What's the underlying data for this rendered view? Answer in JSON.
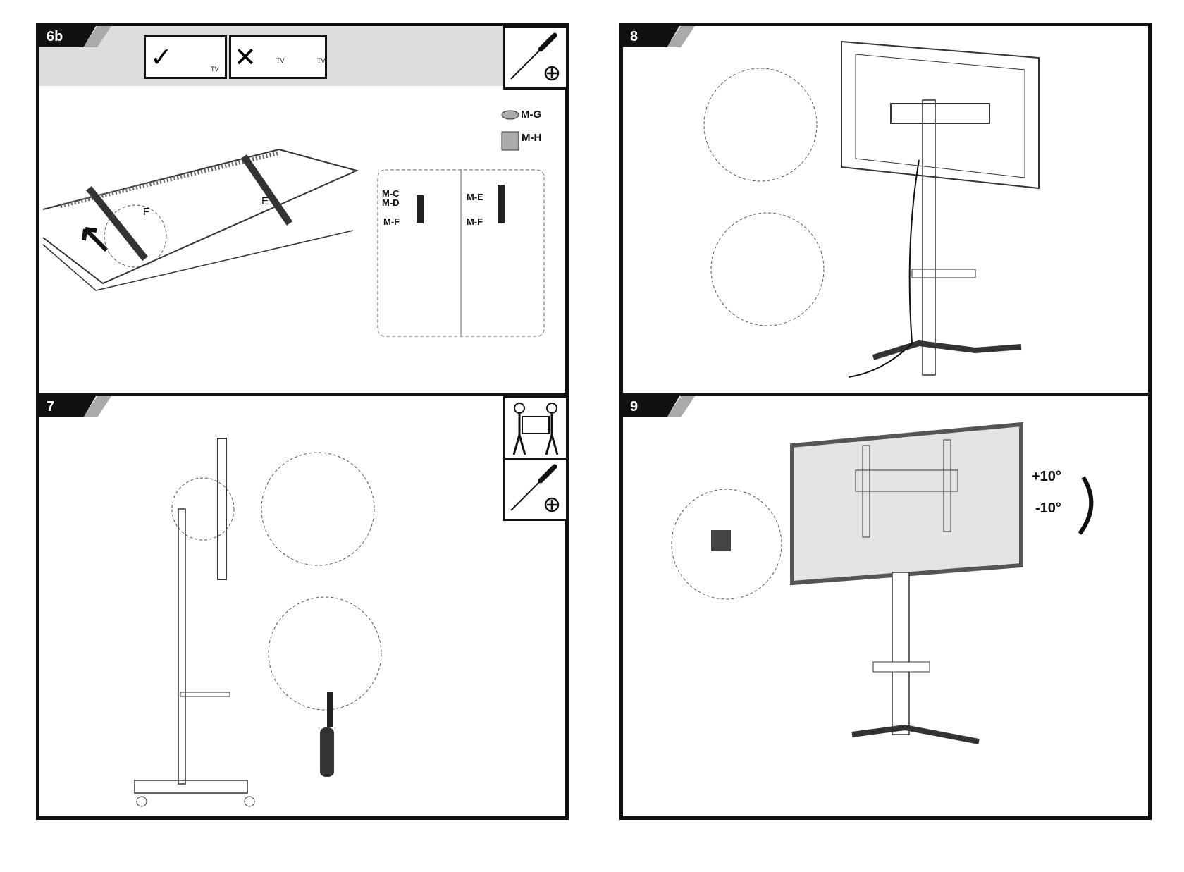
{
  "steps": [
    {
      "number": "6b",
      "labels": {
        "bracket_f": "F",
        "bracket_e": "E",
        "spacer_g": "M-G",
        "spacer_h": "M-H",
        "screw_cd_1": "M-C",
        "screw_cd_2": "M-D",
        "screw_e": "M-E",
        "washer_1": "M-F",
        "washer_2": "M-F",
        "tv_1": "TV",
        "tv_2": "TV",
        "tv_3": "TV"
      }
    },
    {
      "number": "7"
    },
    {
      "number": "8"
    },
    {
      "number": "9",
      "labels": {
        "tilt_up": "+10°",
        "tilt_down": "-10°"
      }
    }
  ],
  "icons": [
    "check-icon",
    "cross-icon",
    "screwdriver-icon",
    "two-person-lift-icon"
  ]
}
